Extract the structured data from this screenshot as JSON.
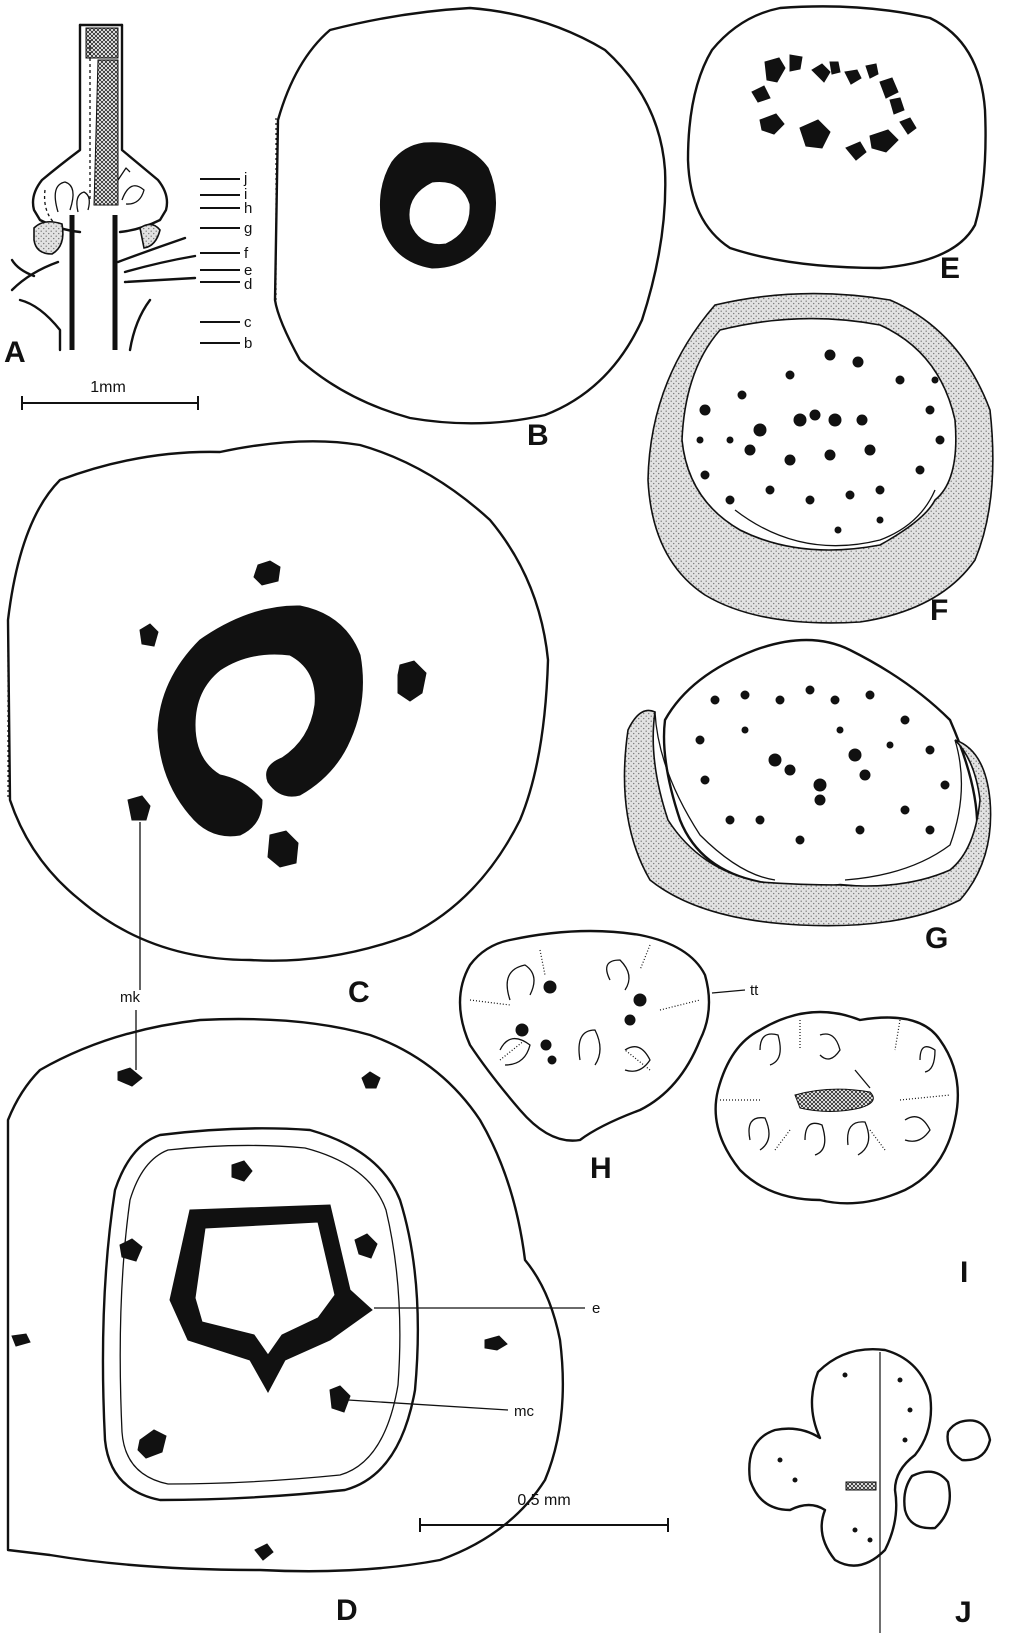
{
  "panels": {
    "A": "A",
    "B": "B",
    "C": "C",
    "D": "D",
    "E": "E",
    "F": "F",
    "G": "G",
    "H": "H",
    "I": "I",
    "J": "J"
  },
  "level_markers": [
    "j",
    "i",
    "h",
    "g",
    "f",
    "e",
    "d",
    "c",
    "b"
  ],
  "scale_bars": {
    "panel_a": "1mm",
    "sections": "0.5 mm"
  },
  "annotations": {
    "mk": "mk",
    "tt": "tt",
    "e": "e",
    "mc": "mc"
  }
}
